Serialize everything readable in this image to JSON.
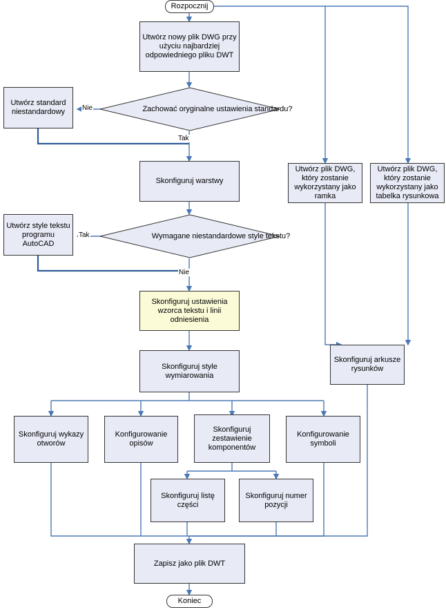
{
  "diagram": {
    "title": "Proces konfiguracji pliku DWT",
    "colors": {
      "node_fill": "#e8eaf6",
      "highlight_fill": "#fbfbd8",
      "terminator_fill": "#ffffff",
      "line": "#4a78b5",
      "border": "#333333"
    },
    "nodes": [
      {
        "id": "start",
        "label": "Rozpocznij"
      },
      {
        "id": "new_dwg",
        "label": "Utwórz nowy plik DWG przy użyciu najbardziej odpowiedniego pliku DWT"
      },
      {
        "id": "keep_std",
        "label": "Zachować oryginalne ustawienia standardu?"
      },
      {
        "id": "custom_std",
        "label": "Utwórz standard niestandardowy"
      },
      {
        "id": "layers",
        "label": "Skonfiguruj warstwy"
      },
      {
        "id": "need_styles",
        "label": "Wymagane niestandardowe style tekstu?"
      },
      {
        "id": "acad_styles",
        "label": "Utwórz style tekstu programu AutoCAD"
      },
      {
        "id": "text_leader",
        "label": "Skonfiguruj ustawienia wzorca tekstu i linii odniesienia"
      },
      {
        "id": "dim_styles",
        "label": "Skonfiguruj style wymiarowania"
      },
      {
        "id": "holes",
        "label": "Skonfiguruj wykazy otworów"
      },
      {
        "id": "annot",
        "label": "Konfigurowanie opisów"
      },
      {
        "id": "bom",
        "label": "Skonfiguruj zestawienie komponentów"
      },
      {
        "id": "symbols",
        "label": "Konfigurowanie symboli"
      },
      {
        "id": "partlist",
        "label": "Skonfiguruj listę części"
      },
      {
        "id": "balloon",
        "label": "Skonfiguruj numer pozycji"
      },
      {
        "id": "save_dwt",
        "label": "Zapisz jako plik DWT"
      },
      {
        "id": "end",
        "label": "Koniec"
      },
      {
        "id": "border_dwg",
        "label": "Utwórz plik DWG, który zostanie wykorzystany jako ramka"
      },
      {
        "id": "titleblk_dwg",
        "label": "Utwórz plik DWG, który zostanie wykorzystany jako tabelka rysunkowa"
      },
      {
        "id": "sheets",
        "label": "Skonfiguruj arkusze rysunków"
      }
    ],
    "edge_labels": [
      {
        "id": "no1",
        "text": "Nie"
      },
      {
        "id": "yes1",
        "text": "Tak"
      },
      {
        "id": "yes2",
        "text": "Tak"
      },
      {
        "id": "no2",
        "text": "Nie"
      }
    ]
  }
}
